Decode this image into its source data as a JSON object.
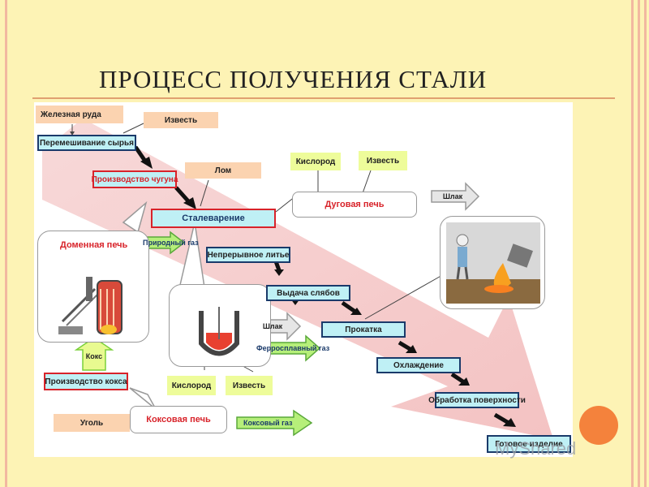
{
  "slide": {
    "title": "Процесс получения стали"
  },
  "boxes": {
    "iron_ore": "Железная руда",
    "lime_top": "Известь",
    "mixing": "Перемешивание сырья",
    "pig_iron": "Производство чугуна",
    "scrap": "Лом",
    "steelmaking": "Сталеварение",
    "oxygen_top": "Кислород",
    "lime_right": "Известь",
    "arc_furnace": "Дуговая печь",
    "slag_top": "Шлак",
    "blast_furnace": "Доменная печь",
    "natural_gas": "Природный газ",
    "continuous_casting": "Непрерывное литье",
    "slab_output": "Выдача слябов",
    "slag_mid": "Шлак",
    "ferroalloy_gas": "Ферросплавный газ",
    "rolling": "Прокатка",
    "coke": "Кокс",
    "cooling": "Охлаждение",
    "coke_production": "Производство кокса",
    "oxygen_bottom": "Кислород",
    "lime_bottom": "Известь",
    "surface_treatment": "Обработка поверхности",
    "coal": "Уголь",
    "coke_oven": "Коксовая печь",
    "coke_gas": "Коксовый газ",
    "finished_product": "Готовое изделие"
  },
  "watermark": "MyShared",
  "colors": {
    "background": "#fdf3b5",
    "accent_red": "#d8232a",
    "navy": "#1a3a6a",
    "cyan": "#bff0f5",
    "peach": "#fbd3b0",
    "lime": "#eefc9a",
    "green_arrow": "#7ad03a",
    "orange": "#f4823c"
  }
}
